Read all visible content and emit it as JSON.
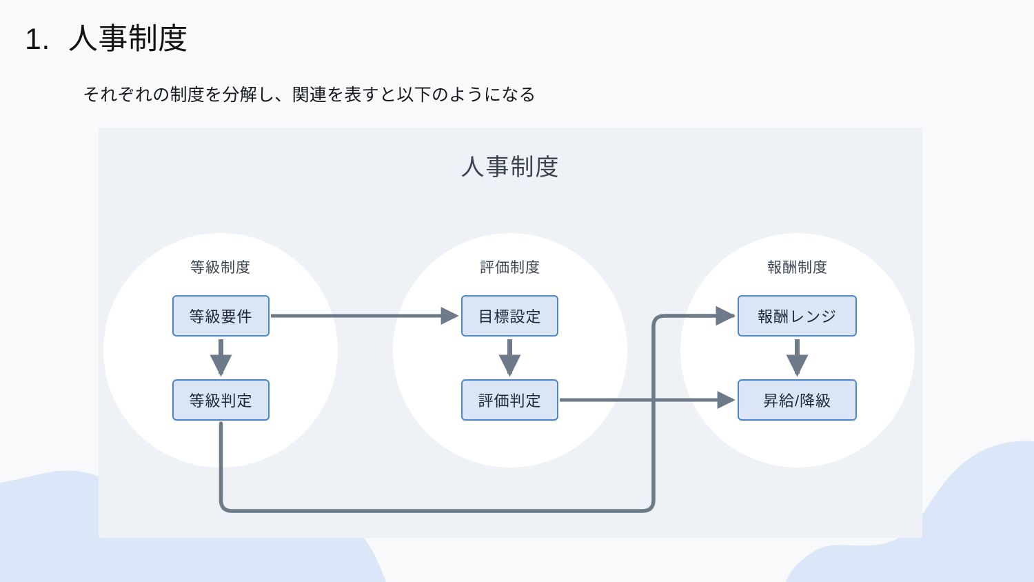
{
  "slide": {
    "number": "1.",
    "title": "人事制度",
    "subtitle": "それぞれの制度を分解し、関連を表すと以下のようになる"
  },
  "diagram": {
    "title": "人事制度",
    "groups": [
      {
        "id": "grade",
        "label": "等級制度",
        "nodes": [
          {
            "id": "grade-requirement",
            "label": "等級要件"
          },
          {
            "id": "grade-decision",
            "label": "等級判定"
          }
        ]
      },
      {
        "id": "evaluation",
        "label": "評価制度",
        "nodes": [
          {
            "id": "goal-setting",
            "label": "目標設定"
          },
          {
            "id": "evaluation-decision",
            "label": "評価判定"
          }
        ]
      },
      {
        "id": "reward",
        "label": "報酬制度",
        "nodes": [
          {
            "id": "pay-range",
            "label": "報酬レンジ"
          },
          {
            "id": "raise-demotion",
            "label": "昇給/降級"
          }
        ]
      }
    ],
    "connections": [
      {
        "from": "grade-requirement",
        "to": "goal-setting",
        "type": "horizontal-arrow"
      },
      {
        "from": "grade-requirement",
        "to": "grade-decision",
        "type": "vertical-arrow"
      },
      {
        "from": "goal-setting",
        "to": "evaluation-decision",
        "type": "vertical-arrow"
      },
      {
        "from": "pay-range",
        "to": "raise-demotion",
        "type": "vertical-arrow"
      },
      {
        "from": "evaluation-decision",
        "to": "raise-demotion",
        "type": "horizontal-arrow"
      },
      {
        "from": "grade-decision",
        "to": "pay-range",
        "type": "elbow-arrow-around-bottom"
      }
    ]
  },
  "colors": {
    "page_background": "#f8f9fb",
    "panel_background": "#eef1f5",
    "circle_fill": "#ffffff",
    "node_fill": "#dbe5f5",
    "node_border": "#4a86c8",
    "node_text": "#1e2732",
    "connector": "#6d7a89",
    "heading_text": "#3a4451",
    "title_text": "#111111",
    "wave_decoration": "#dbe7f8"
  }
}
